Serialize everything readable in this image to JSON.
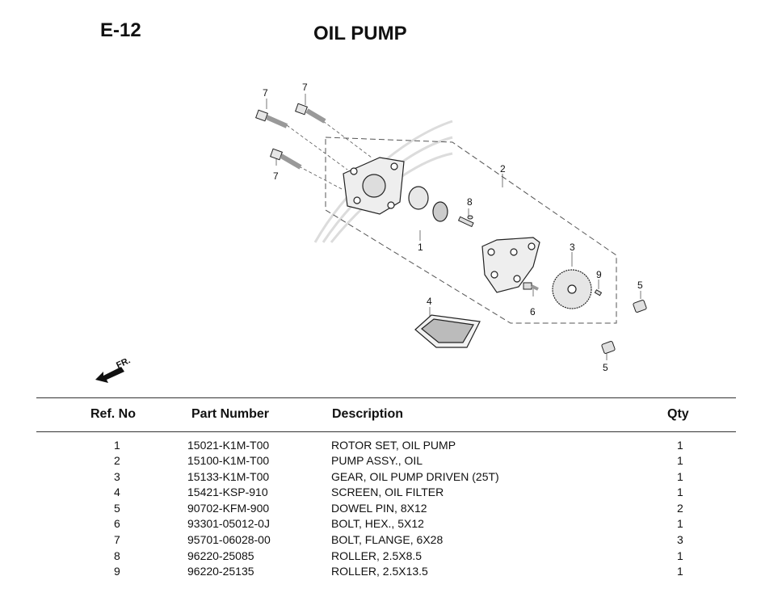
{
  "header": {
    "code": "E-12",
    "title": "OIL PUMP"
  },
  "diagram": {
    "callouts": [
      "7",
      "7",
      "7",
      "2",
      "8",
      "1",
      "3",
      "9",
      "5",
      "6",
      "4",
      "5"
    ],
    "direction_label": "FR."
  },
  "table": {
    "columns": [
      "Ref. No",
      "Part Number",
      "Description",
      "Qty"
    ],
    "rows": [
      {
        "ref": "1",
        "part": "15021-K1M-T00",
        "desc": "ROTOR SET, OIL PUMP",
        "qty": "1"
      },
      {
        "ref": "2",
        "part": "15100-K1M-T00",
        "desc": "PUMP ASSY., OIL",
        "qty": "1"
      },
      {
        "ref": "3",
        "part": "15133-K1M-T00",
        "desc": "GEAR, OIL PUMP DRIVEN (25T)",
        "qty": "1"
      },
      {
        "ref": "4",
        "part": "15421-KSP-910",
        "desc": "SCREEN, OIL FILTER",
        "qty": "1"
      },
      {
        "ref": "5",
        "part": "90702-KFM-900",
        "desc": "DOWEL PIN, 8X12",
        "qty": "2"
      },
      {
        "ref": "6",
        "part": "93301-05012-0J",
        "desc": "BOLT, HEX., 5X12",
        "qty": "1"
      },
      {
        "ref": "7",
        "part": "95701-06028-00",
        "desc": "BOLT, FLANGE, 6X28",
        "qty": "3"
      },
      {
        "ref": "8",
        "part": "96220-25085",
        "desc": "ROLLER, 2.5X8.5",
        "qty": "1"
      },
      {
        "ref": "9",
        "part": "96220-25135",
        "desc": "ROLLER, 2.5X13.5",
        "qty": "1"
      }
    ]
  }
}
